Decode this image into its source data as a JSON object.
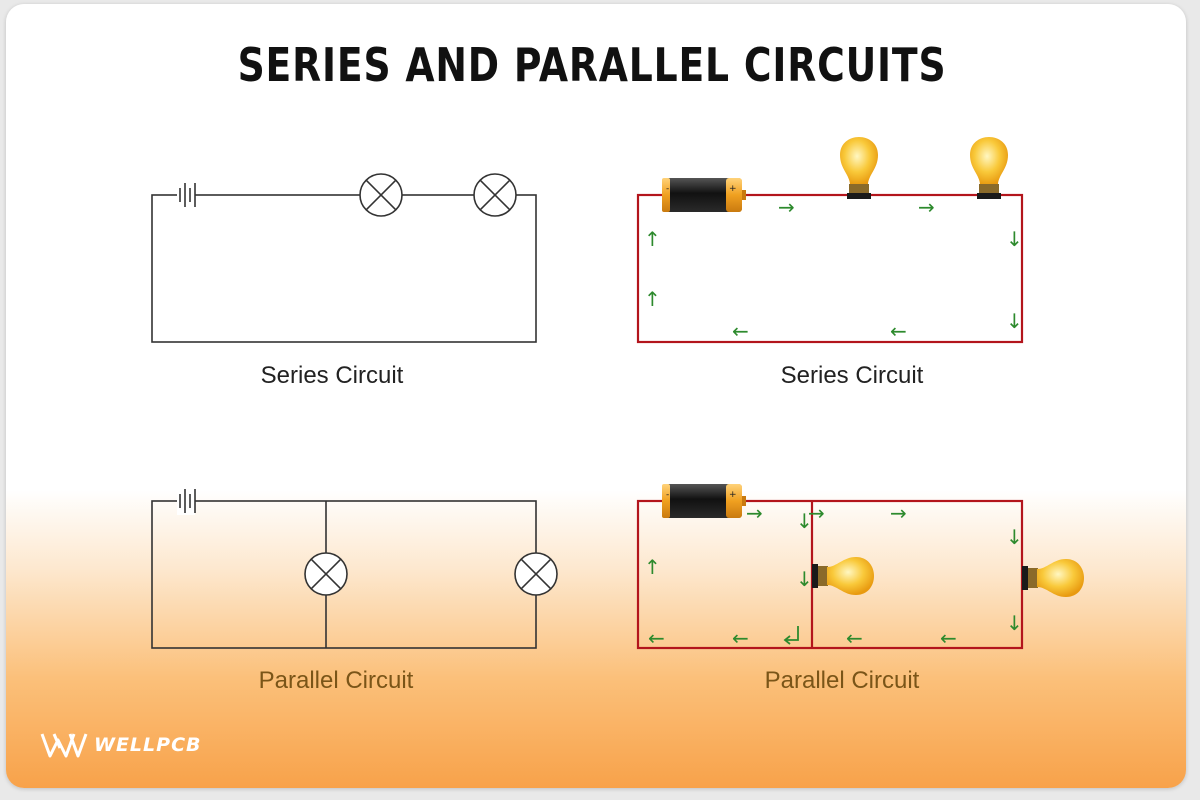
{
  "title": "SERIES AND PARALLEL CIRCUITS",
  "captions": {
    "series_schematic": "Series Circuit",
    "series_illustration": "Series Circuit",
    "parallel_schematic": "Parallel Circuit",
    "parallel_illustration": "Parallel Circuit"
  },
  "logo": {
    "text": "WELLPCB",
    "icon": "wellpcb-w-logo"
  },
  "colors": {
    "wire_schematic": "#333333",
    "wire_illustration": "#b3151c",
    "current_arrow": "#2d8a2d",
    "bulb_glow": "#f6b81e",
    "battery_body": "#1c1c1c",
    "battery_cap": "#f2a51a",
    "caption_parallel": "#7a5518",
    "bottom_gradient": "#f8a24a"
  },
  "symbols": {
    "battery": "+ -",
    "current_arrow_right": "→",
    "current_arrow_left": "←",
    "current_arrow_up": "↑",
    "current_arrow_down": "↓"
  }
}
